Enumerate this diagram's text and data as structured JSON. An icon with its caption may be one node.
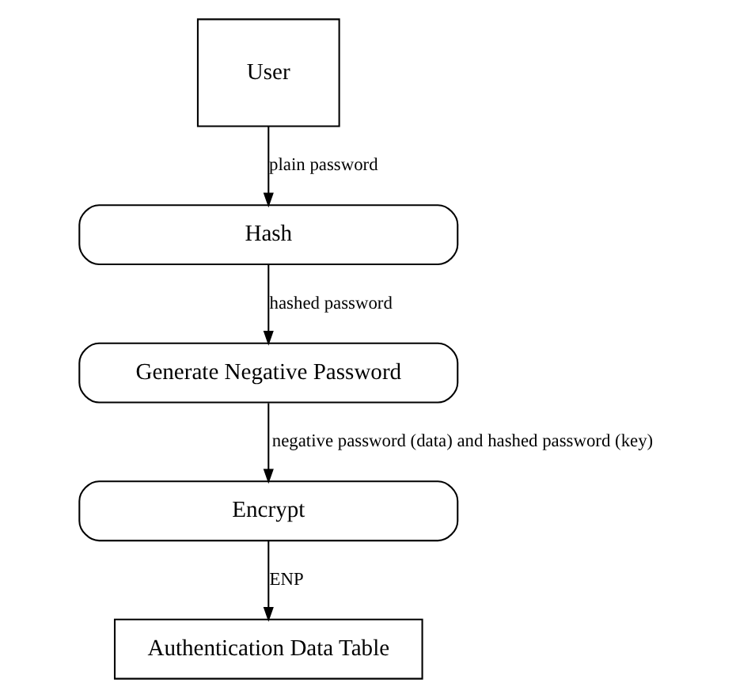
{
  "diagram": {
    "nodes": [
      {
        "text": [
          "User"
        ]
      },
      {
        "text": [
          "Hash"
        ]
      },
      {
        "text": [
          "Generate Negative Password"
        ]
      },
      {
        "text": [
          "Encrypt"
        ]
      },
      {
        "text": [
          "Authentication Data Table"
        ]
      }
    ],
    "edges": [
      {
        "from": 0,
        "to": 1,
        "arrow": "to",
        "label": "plain password"
      },
      {
        "from": 1,
        "to": 2,
        "arrow": "to",
        "label": "hashed password"
      },
      {
        "from": 2,
        "to": 3,
        "arrow": "to",
        "label": "negative password (data) and hashed password (key)"
      },
      {
        "from": 3,
        "to": 4,
        "arrow": "to",
        "label": "ENP"
      }
    ]
  }
}
